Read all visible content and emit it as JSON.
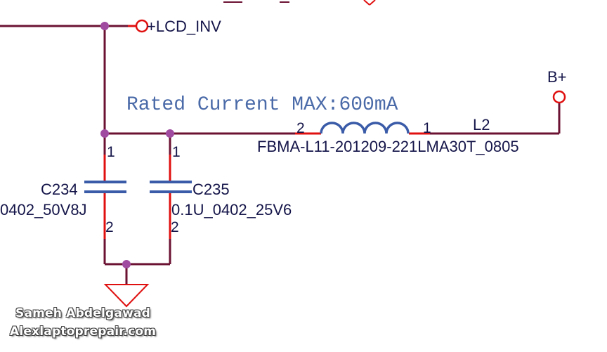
{
  "colors": {
    "wire": "#6b1232",
    "pin": "#e01010",
    "cap_plate": "#3a5ba8",
    "junction": "#a04aa0",
    "text_dark": "#15154a",
    "note": "#4a6aa8",
    "port": "#e01010"
  },
  "nets": {
    "lcd_inv": "+LCD_INV",
    "b_plus": "B+"
  },
  "note": "Rated Current MAX:600mA",
  "inductor": {
    "ref": "L2",
    "part": "FBMA-L11-201209-221LMA30T_0805",
    "pin_left": "2",
    "pin_right": "1"
  },
  "capacitors": [
    {
      "ref": "C234",
      "value": "0402_50V8J",
      "pin_top": "1",
      "pin_bottom": "2"
    },
    {
      "ref": "C235",
      "value": "0.1U_0402_25V6",
      "pin_top": "1",
      "pin_bottom": "2"
    }
  ],
  "watermark": {
    "line1": "Sameh Abdelgawad",
    "line2": "Alexlaptoprepair.com"
  }
}
